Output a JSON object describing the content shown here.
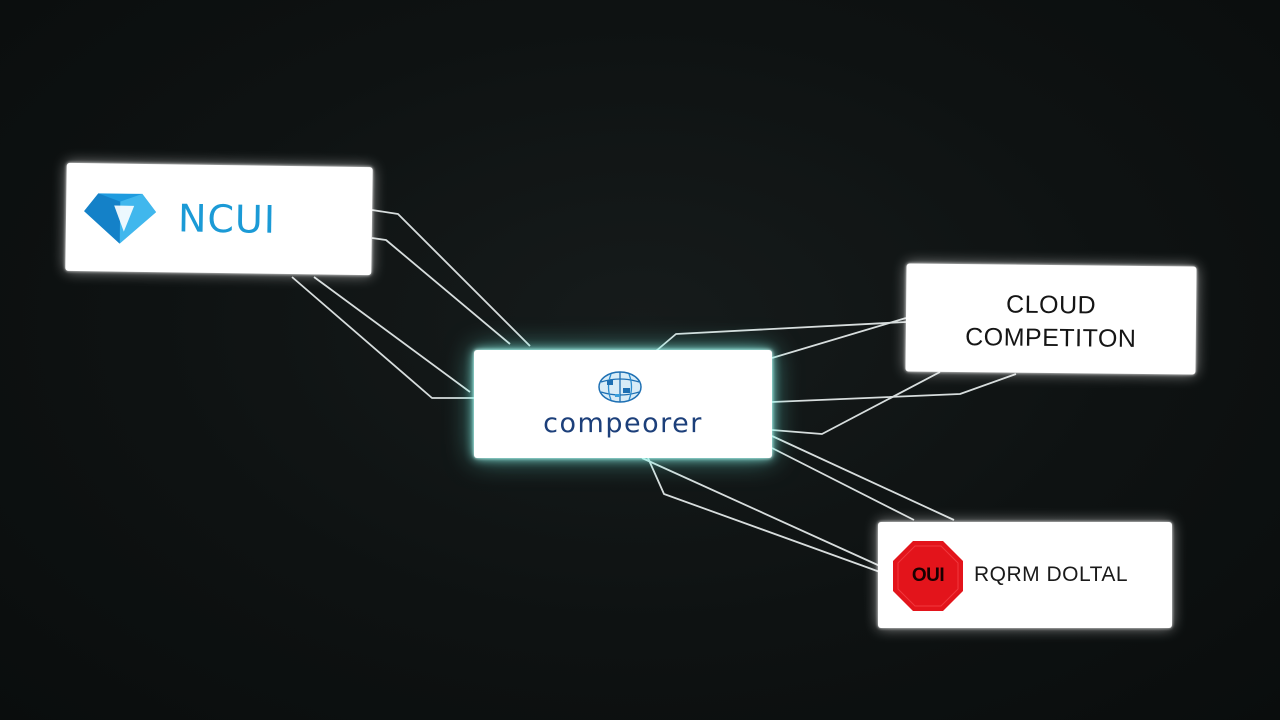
{
  "nodes": {
    "ncui": {
      "logo_text": "NCUI",
      "accent_color": "#1b9ad6"
    },
    "composer": {
      "logo_text": "compeorer",
      "accent_color": "#1c3f7a"
    },
    "cloud": {
      "line1": "CLOUD",
      "line2": "COMPETITON"
    },
    "digital": {
      "badge_text": "OUI",
      "label": "RQRM DOLTAL",
      "badge_color": "#e3141b"
    }
  },
  "colors": {
    "background": "#0e1212",
    "connector": "#ffffff",
    "center_glow": "#78fff0"
  }
}
